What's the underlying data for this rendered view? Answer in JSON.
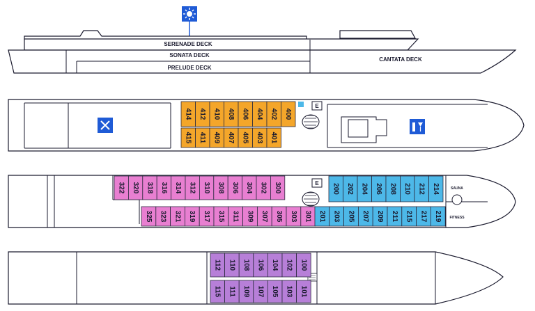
{
  "colors": {
    "cantata": "#f4a62a",
    "sonata_pink": "#e87fd1",
    "sonata_blue": "#4db8e8",
    "prelude": "#b77fd8",
    "icon_blue": "#1f5bd6"
  },
  "profile": {
    "serenade": "SERENADE DECK",
    "sonata": "SONATA DECK",
    "prelude": "PRELUDE DECK",
    "cantata": "CANTATA DECK",
    "sun_icon": "sun-icon"
  },
  "cantata_deck": {
    "restaurant_icon": "restaurant-icon",
    "bar_icon": "bar-icon",
    "elevator_label": "E",
    "top_row": [
      "414",
      "412",
      "410",
      "408",
      "406",
      "404",
      "402",
      "400"
    ],
    "bottom_row": [
      "415",
      "411",
      "409",
      "407",
      "405",
      "403",
      "401"
    ]
  },
  "sonata_deck": {
    "elevator_label": "E",
    "sauna_label": "SAUNA",
    "fitness_label": "FITNESS",
    "top_pink": [
      "322",
      "320",
      "318",
      "316",
      "314",
      "312",
      "310",
      "308",
      "306",
      "304",
      "302",
      "300"
    ],
    "top_blue": [
      "200",
      "202",
      "204",
      "206",
      "208",
      "210",
      "212",
      "214"
    ],
    "bottom_pink": [
      "325",
      "323",
      "321",
      "319",
      "317",
      "315",
      "311",
      "309",
      "307",
      "305",
      "303",
      "301"
    ],
    "bottom_blue": [
      "201",
      "203",
      "205",
      "207",
      "209",
      "211",
      "215",
      "217",
      "219"
    ]
  },
  "prelude_deck": {
    "top_row": [
      "112",
      "110",
      "108",
      "106",
      "104",
      "102",
      "100"
    ],
    "bottom_row": [
      "115",
      "111",
      "109",
      "107",
      "105",
      "103",
      "101"
    ]
  }
}
